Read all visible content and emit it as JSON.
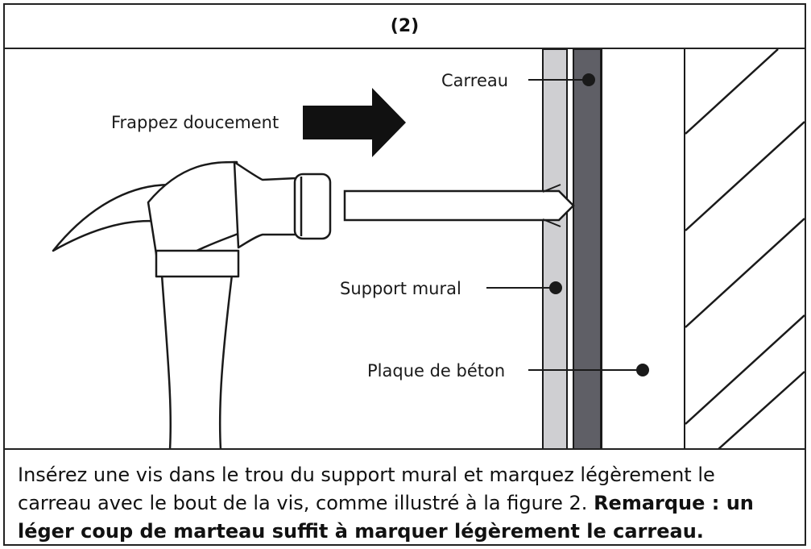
{
  "figure": {
    "number_label": "(2)"
  },
  "labels": {
    "tap": "Frappez doucement",
    "tile": "Carreau",
    "wall_bracket": "Support mural",
    "concrete": "Plaque de béton"
  },
  "caption": {
    "text": "Insérez une vis dans le trou du support mural et marquez légèrement le carreau avec le bout de la vis, comme illustré à la figure 2. ",
    "bold": "Remarque : un léger coup de marteau suffit à marquer légèrement le carreau."
  },
  "colors": {
    "tile": "#5f5f66",
    "bracket": "#cfcfd2",
    "line": "#1a1a1a"
  }
}
